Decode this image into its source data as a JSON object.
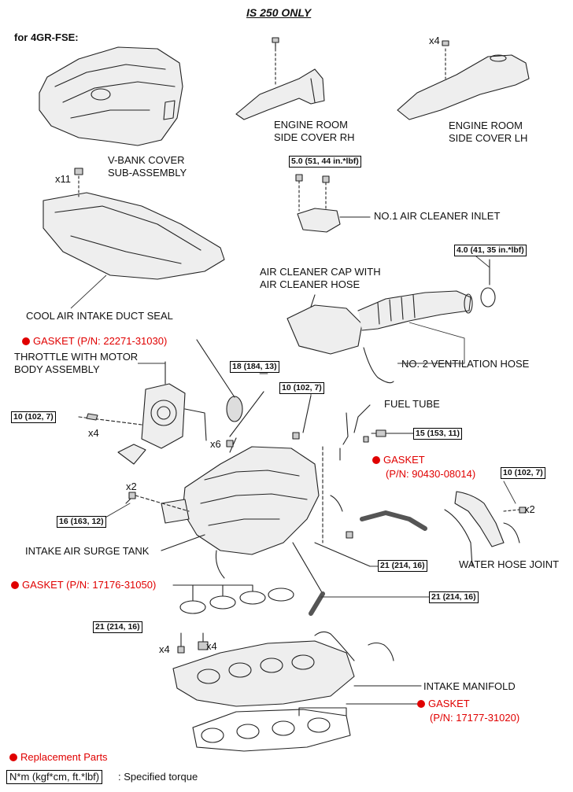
{
  "header": {
    "title": "IS 250 ONLY",
    "engine": "for 4GR-FSE:"
  },
  "parts": {
    "vbank_cover_1": "V-BANK COVER",
    "vbank_cover_2": "SUB-ASSEMBLY",
    "side_cover_rh_1": "ENGINE ROOM",
    "side_cover_rh_2": "SIDE COVER RH",
    "side_cover_lh_1": "ENGINE ROOM",
    "side_cover_lh_2": "SIDE COVER LH",
    "air_cleaner_inlet": "NO.1 AIR CLEANER INLET",
    "cool_air_duct_seal": "COOL AIR INTAKE DUCT SEAL",
    "air_cleaner_cap_1": "AIR CLEANER CAP WITH",
    "air_cleaner_cap_2": "AIR CLEANER HOSE",
    "throttle_1": "THROTTLE WITH MOTOR",
    "throttle_2": "BODY ASSEMBLY",
    "vent_hose": "NO. 2 VENTILATION HOSE",
    "fuel_tube": "FUEL TUBE",
    "surge_tank": "INTAKE AIR SURGE TANK",
    "water_hose_joint": "WATER HOSE JOINT",
    "intake_manifold": "INTAKE MANIFOLD"
  },
  "gaskets": {
    "throttle": "GASKET (P/N: 22271-31030)",
    "fuel_1": "GASKET",
    "fuel_2": "(P/N: 90430-08014)",
    "surge": "GASKET (P/N: 17176-31050)",
    "manifold_1": "GASKET",
    "manifold_2": "(P/N: 17177-31020)"
  },
  "quantities": {
    "x4_lh": "x4",
    "x11": "x11",
    "x4_throttle": "x4",
    "x6": "x6",
    "x2_left": "x2",
    "x2_right": "x2",
    "x4_a": "x4",
    "x4_b": "x4"
  },
  "torques": {
    "inlet": "5.0 (51, 44 in.*lbf)",
    "hose_clamp": "4.0 (41, 35 in.*lbf)",
    "t18": "18 (184, 13)",
    "t10_surge": "10 (102, 7)",
    "t10_throttle": "10 (102, 7)",
    "t15": "15 (153, 11)",
    "t10_water": "10 (102, 7)",
    "t16": "16 (163, 12)",
    "t21_a": "21 (214, 16)",
    "t21_b": "21 (214, 16)",
    "t21_c": "21 (214, 16)"
  },
  "legend": {
    "replacement": "Replacement Parts",
    "unit_box": "N*m (kgf*cm, ft.*lbf)",
    "specified": ": Specified torque"
  },
  "colors": {
    "red": "#e00000"
  }
}
